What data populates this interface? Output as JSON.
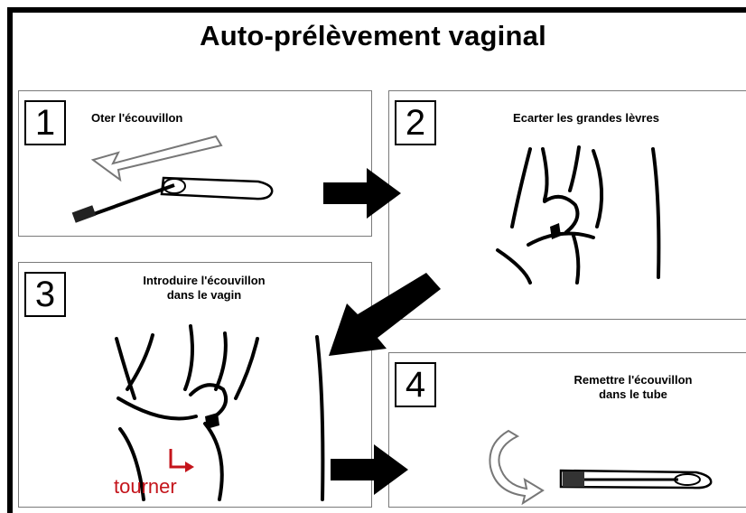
{
  "title": "Auto-prélèvement vaginal",
  "steps": [
    {
      "number": "1",
      "lines": [
        "Oter l'écouvillon"
      ]
    },
    {
      "number": "2",
      "lines": [
        "Ecarter les grandes lèvres"
      ]
    },
    {
      "number": "3",
      "lines": [
        "Introduire l'écouvillon",
        "dans le vagin"
      ]
    },
    {
      "number": "4",
      "lines": [
        "Remettre l'écouvillon",
        "dans le tube"
      ]
    }
  ],
  "rotate_label": "tourner",
  "colors": {
    "ink": "#000000",
    "accent": "#c4141b",
    "panel_border": "#7a7a7a"
  }
}
